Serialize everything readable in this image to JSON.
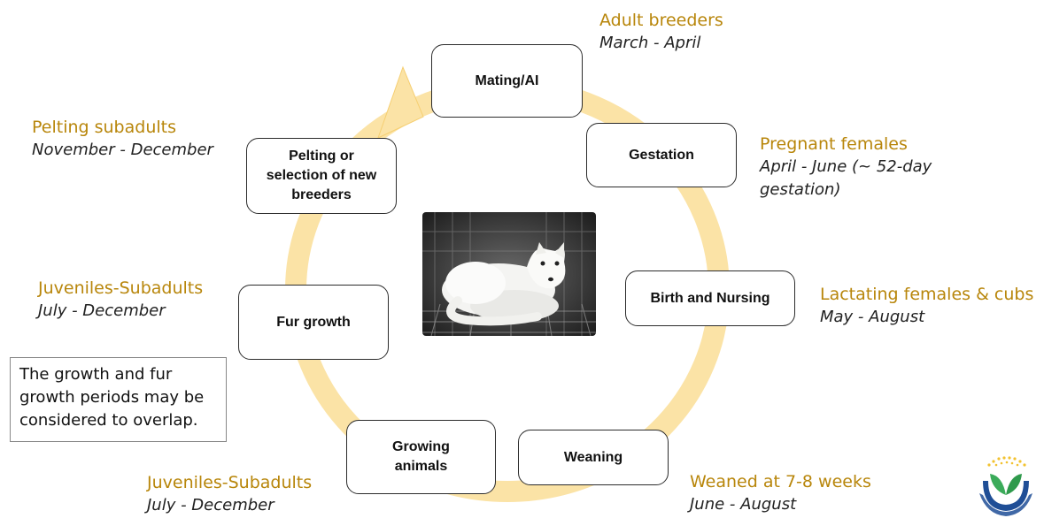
{
  "stages": [
    {
      "id": "mating",
      "label": "Mating/AI"
    },
    {
      "id": "gestation",
      "label": "Gestation"
    },
    {
      "id": "birth",
      "label": "Birth and Nursing"
    },
    {
      "id": "weaning",
      "label": "Weaning"
    },
    {
      "id": "growing",
      "label": "Growing\nanimals"
    },
    {
      "id": "fur",
      "label": "Fur growth"
    },
    {
      "id": "pelting",
      "label": "Pelting or\nselection of new\nbreeders"
    }
  ],
  "callouts": [
    {
      "id": "adult-breeders",
      "who": "Adult breeders",
      "when": "March - April"
    },
    {
      "id": "pregnant-females",
      "who": "Pregnant females",
      "when": "April - June (~ 52-day gestation)"
    },
    {
      "id": "lactating",
      "who": "Lactating females & cubs",
      "when": "May - August"
    },
    {
      "id": "weaned",
      "who": "Weaned at 7-8 weeks",
      "when": "June - August"
    },
    {
      "id": "juveniles-bottom",
      "who": "Juveniles-Subadults",
      "when": "July - December"
    },
    {
      "id": "juveniles-left",
      "who": "Juveniles-Subadults",
      "when": "July - December"
    },
    {
      "id": "pelting-subadults",
      "who": "Pelting subadults",
      "when": "November - December"
    }
  ],
  "note": "The growth and fur growth periods may be considered to overlap.",
  "colors": {
    "ring": "#fbe3a6",
    "callout_heading": "#b8860b",
    "box_border": "#2b2b2b",
    "logo_blue": "#1f4e96",
    "logo_green": "#3bab5a",
    "logo_yellow": "#f2c230"
  },
  "photo": {
    "subject": "white arctic fox lying in a wire cage"
  },
  "logo": {
    "icon": "leaf-in-cup-logo"
  }
}
